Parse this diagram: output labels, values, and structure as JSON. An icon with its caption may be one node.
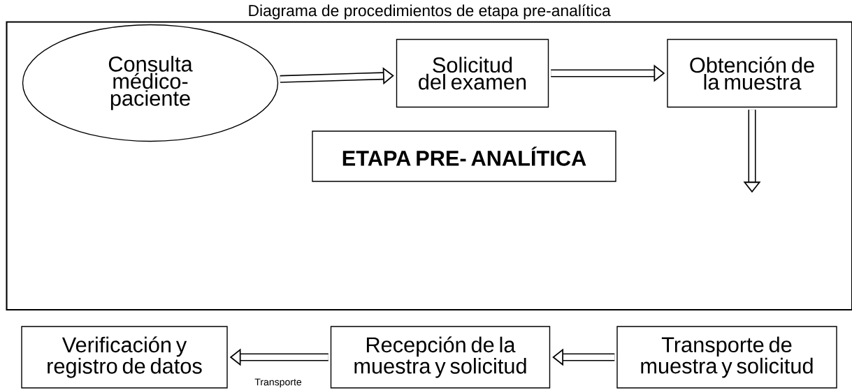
{
  "diagram": {
    "nodes": [
      {
        "text": [
          "Diagrama de procedimientos de etapa pre-analítica"
        ]
      },
      {
        "text": [
          "Consulta médico-paciente"
        ],
        "in": 0
      },
      {
        "text": [
          "Solicitud del examen"
        ],
        "in": 0
      },
      {
        "text": [
          "Obtención de la muestra"
        ],
        "in": 0
      },
      {
        "text": [
          "ETAPA PRE- ANALÍTICA"
        ],
        "in": 0
      },
      {
        "text": [
          "Verificación y registro de datos"
        ]
      },
      {
        "text": [
          "Recepción de la muestra y solicitud"
        ]
      },
      {
        "text": [
          "Transporte de muestra y solicitud"
        ]
      }
    ],
    "edges": [
      {
        "from": 1,
        "to": 2,
        "arrow": "to"
      },
      {
        "from": 2,
        "to": 3,
        "arrow": "to"
      },
      {
        "from": 3,
        "to": null,
        "arrow": "to"
      },
      {
        "from": 7,
        "to": 6,
        "arrow": "to"
      },
      {
        "from": 6,
        "to": 5,
        "arrow": "to",
        "label": "Transporte"
      }
    ]
  }
}
